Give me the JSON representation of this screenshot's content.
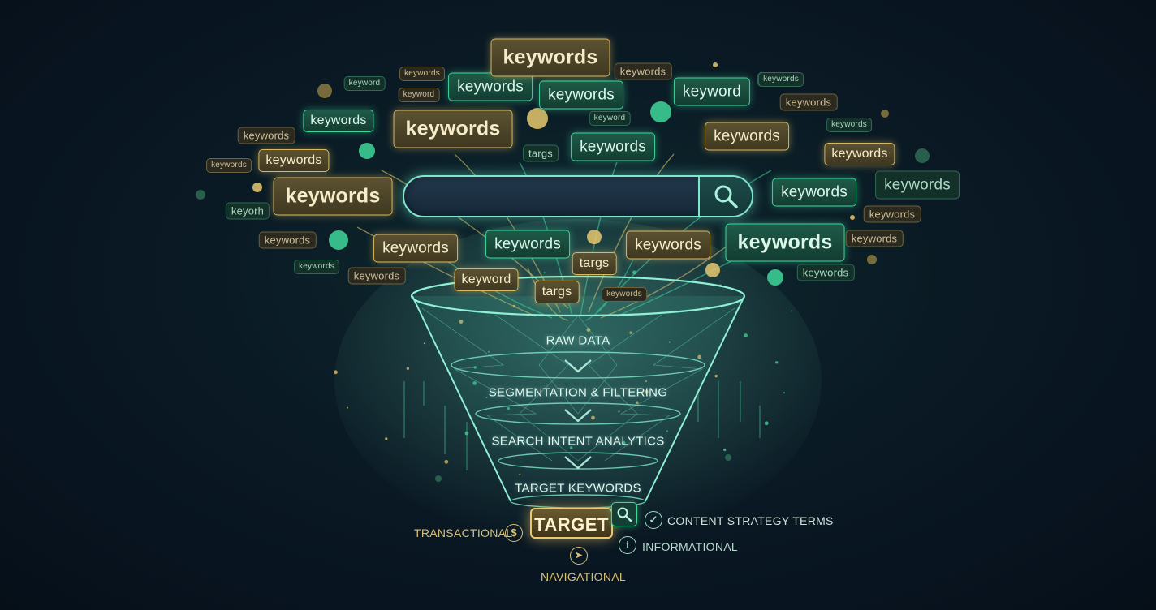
{
  "colors": {
    "background": "#081420",
    "gold": "#e8c870",
    "green": "#3fd79a",
    "cyan": "#7fe8cc"
  },
  "keyword_chips": [
    {
      "text": "keywords",
      "tone": "dgold",
      "size": "xs"
    },
    {
      "text": "keyword",
      "tone": "dgreen",
      "size": "xs"
    },
    {
      "text": "keyword",
      "tone": "dgold",
      "size": "xs"
    },
    {
      "text": "keywords",
      "tone": "dgold",
      "size": "sm"
    },
    {
      "text": "keywords",
      "tone": "green",
      "size": "lg"
    },
    {
      "text": "keywords",
      "tone": "gold",
      "size": "md"
    },
    {
      "text": "keywords",
      "tone": "green",
      "size": "md"
    },
    {
      "text": "keywords",
      "tone": "dgold",
      "size": "xs"
    },
    {
      "text": "keyword",
      "tone": "green",
      "size": "lg"
    },
    {
      "text": "keywords",
      "tone": "dgreen",
      "size": "xs"
    },
    {
      "text": "keywords",
      "tone": "dgold",
      "size": "sm"
    },
    {
      "text": "keywords",
      "tone": "green",
      "size": "lg"
    },
    {
      "text": "keywords",
      "tone": "gold",
      "size": "xl"
    },
    {
      "text": "targs",
      "tone": "dgreen",
      "size": "sm"
    },
    {
      "text": "keywords",
      "tone": "green",
      "size": "lg"
    },
    {
      "text": "keywords",
      "tone": "gold",
      "size": "xl"
    },
    {
      "text": "keyword",
      "tone": "dgreen",
      "size": "xs"
    },
    {
      "text": "keywords",
      "tone": "dgold",
      "size": "sm"
    },
    {
      "text": "keywords",
      "tone": "gold",
      "size": "md"
    },
    {
      "text": "keywords",
      "tone": "gold",
      "size": "lg"
    },
    {
      "text": "keywords",
      "tone": "dgreen",
      "size": "xs"
    },
    {
      "text": "keywords",
      "tone": "gold",
      "size": "xl"
    },
    {
      "text": "keyorh",
      "tone": "dgreen",
      "size": "sm"
    },
    {
      "text": "keywords",
      "tone": "green",
      "size": "lg"
    },
    {
      "text": "keywords",
      "tone": "dgreen",
      "size": "lg"
    },
    {
      "text": "keywords",
      "tone": "dgold",
      "size": "sm"
    },
    {
      "text": "keywords",
      "tone": "dgold",
      "size": "sm"
    },
    {
      "text": "keywords",
      "tone": "gold",
      "size": "lg"
    },
    {
      "text": "keywords",
      "tone": "green",
      "size": "lg"
    },
    {
      "text": "keywords",
      "tone": "gold",
      "size": "lg"
    },
    {
      "text": "keywords",
      "tone": "green",
      "size": "xl"
    },
    {
      "text": "keywords",
      "tone": "dgreen",
      "size": "sm"
    },
    {
      "text": "keywords",
      "tone": "dgold",
      "size": "sm"
    },
    {
      "text": "keyword",
      "tone": "gold",
      "size": "md"
    },
    {
      "text": "targs",
      "tone": "gold",
      "size": "md"
    },
    {
      "text": "targs",
      "tone": "gold",
      "size": "md"
    },
    {
      "text": "keywords",
      "tone": "dgreen",
      "size": "xs"
    },
    {
      "text": "keywords",
      "tone": "dgreen",
      "size": "sm"
    },
    {
      "text": "keywords",
      "tone": "dgold",
      "size": "xs"
    },
    {
      "text": "keywords",
      "tone": "dgreen",
      "size": "xs"
    },
    {
      "text": "keywords",
      "tone": "dgold",
      "size": "sm"
    }
  ],
  "search": {
    "icon": "search-icon"
  },
  "funnel": {
    "stages": [
      "RAW DATA",
      "SEGMENTATION & FILTERING",
      "SEARCH INTENT ANALYTICS",
      "TARGET KEYWORDS"
    ],
    "output": "TARGET"
  },
  "intents": {
    "transactional": {
      "label": "TRANSACTIONAL",
      "icon": "dollar-icon",
      "glyph": "$"
    },
    "navigational": {
      "label": "NAVIGATIONAL",
      "icon": "navigation-arrow-icon",
      "glyph": "➤"
    },
    "informational": {
      "label": "INFORMATIONAL",
      "icon": "info-icon",
      "glyph": "i"
    },
    "content_strategy": {
      "label": "CONTENT STRATEGY TERMS",
      "icon": "checkmark-icon",
      "glyph": "✓"
    }
  }
}
